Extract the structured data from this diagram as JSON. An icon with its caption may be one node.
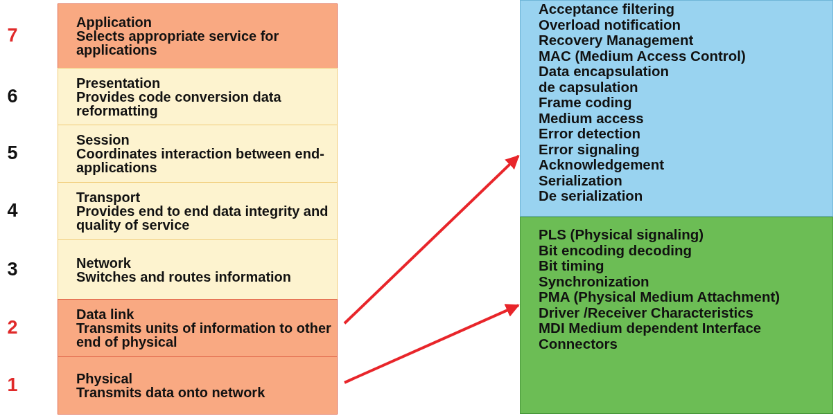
{
  "diagram": {
    "nodes": [
      {
        "text": [
          "Application",
          "Selects appropriate service for applications"
        ],
        "beside": [
          "7"
        ]
      },
      {
        "text": [
          "Presentation",
          "Provides code conversion data reformatting"
        ],
        "beside": [
          "6"
        ]
      },
      {
        "text": [
          "Session",
          "Coordinates interaction between end- applications"
        ],
        "beside": [
          "5"
        ]
      },
      {
        "text": [
          "Transport",
          "Provides end to end data integrity and quality of service"
        ],
        "beside": [
          "4"
        ]
      },
      {
        "text": [
          "Network",
          "Switches and routes information"
        ],
        "beside": [
          "3"
        ]
      },
      {
        "text": [
          "Data link",
          "Transmits units of information to other end of physical"
        ],
        "beside": [
          "2"
        ]
      },
      {
        "text": [
          "Physical",
          "Transmits data onto network"
        ],
        "beside": [
          "1"
        ]
      },
      {
        "text": [
          "Acceptance filtering",
          "Overload notification",
          "Recovery Management",
          "MAC (Medium Access Control)",
          "Data encapsulation",
          "de capsulation",
          "Frame coding",
          "Medium access",
          "Error detection",
          "Error signaling",
          "Acknowledgement",
          "Serialization",
          "De serialization"
        ]
      },
      {
        "text": [
          "PLS (Physical signaling)",
          "Bit encoding decoding",
          "Bit timing",
          "Synchronization",
          "PMA (Physical Medium Attachment)",
          "Driver /Receiver Characteristics",
          "MDI Medium dependent Interface",
          "Connectors"
        ]
      }
    ],
    "edges": [
      {
        "from": 5,
        "to": 7,
        "arrow": "to"
      },
      {
        "from": 6,
        "to": 8,
        "arrow": "to"
      }
    ]
  }
}
